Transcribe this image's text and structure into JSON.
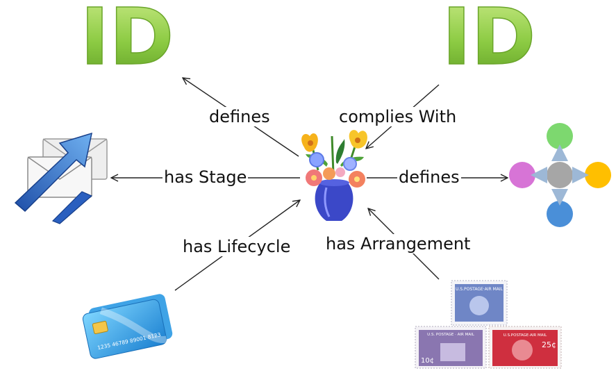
{
  "diagram": {
    "center": {
      "icon": "flower-vase-icon"
    },
    "nodes": [
      {
        "id": "id-left",
        "icon": "green-id-logo",
        "text": "ID"
      },
      {
        "id": "id-right",
        "icon": "green-id-logo",
        "text": "ID"
      },
      {
        "id": "stage",
        "icon": "mail-envelopes-arrow-icon"
      },
      {
        "id": "layout",
        "icon": "colored-circles-cross-icon"
      },
      {
        "id": "card",
        "icon": "credit-card-icon",
        "card_number": "1235 46789 89001 8123"
      },
      {
        "id": "stamps",
        "icon": "airmail-stamps-icon",
        "stamp_texts": [
          "U.S.POSTAGE·AIR MAIL",
          "U.S.POSTAGE·AIR MAIL",
          "25¢",
          "10¢",
          "U.S. POSTAGE · AIR MAIL"
        ]
      }
    ],
    "edges": [
      {
        "label": "defines",
        "from": "center",
        "to": "id-left"
      },
      {
        "label": "complies With",
        "from": "id-right",
        "to": "center"
      },
      {
        "label": "has Stage",
        "from": "center",
        "to": "stage"
      },
      {
        "label": "defines",
        "from": "center",
        "to": "layout"
      },
      {
        "label": "has Lifecycle",
        "from": "card",
        "to": "center"
      },
      {
        "label": "has Arrangement",
        "from": "stamps",
        "to": "center"
      }
    ]
  },
  "colors": {
    "id_green_light": "#b5e06a",
    "id_green_dark": "#6fae2e",
    "arrow": "#222222",
    "circle_green": "#7dd86f",
    "circle_magenta": "#d774d6",
    "circle_gray": "#a6a6a6",
    "circle_orange": "#ffbf00",
    "circle_blue": "#4a8fd8"
  }
}
